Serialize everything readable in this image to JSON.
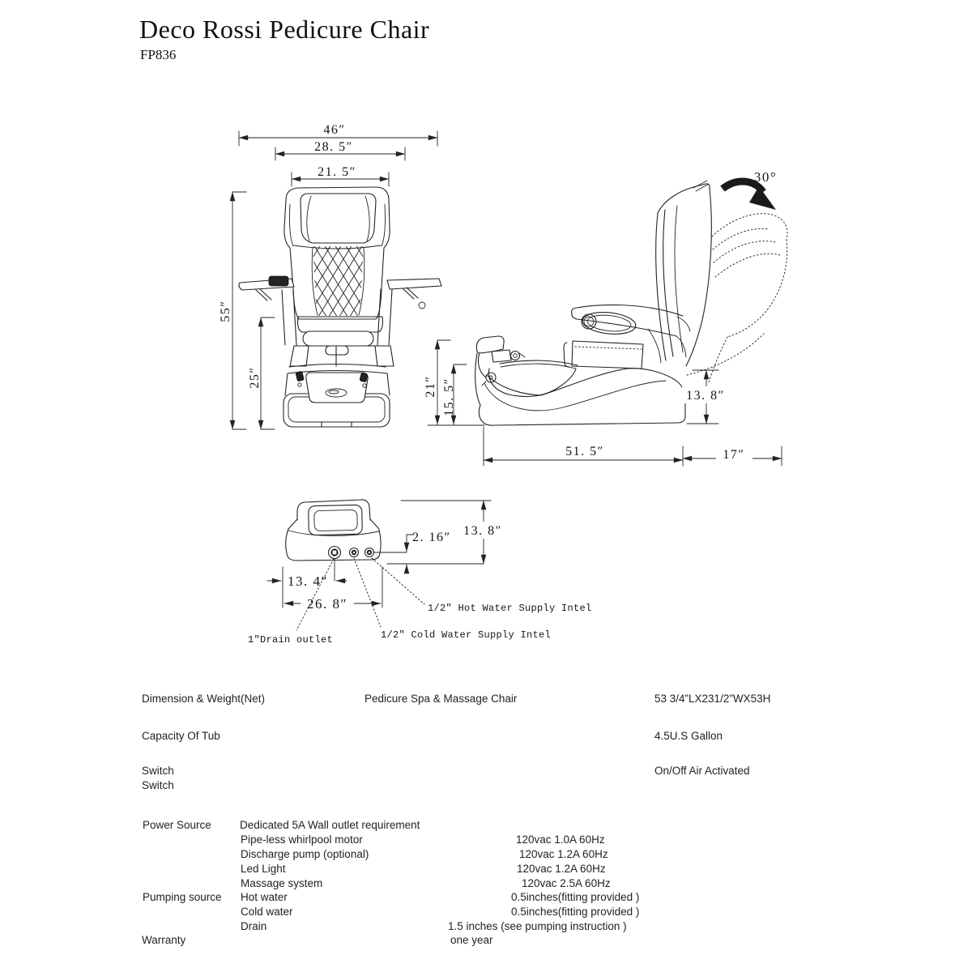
{
  "header": {
    "title": "Deco Rossi Pedicure Chair",
    "model": "FP836"
  },
  "front_view": {
    "dim_width_overall": "46″",
    "dim_width_back": "28. 5″",
    "dim_width_headrest": "21. 5″",
    "dim_height_overall": "55″",
    "dim_height_seat": "25″",
    "dim_height_basin": "21″",
    "dim_height_footrest": "15. 5″"
  },
  "side_view": {
    "recline_angle": "30°",
    "dim_base_height": "13. 8″",
    "dim_base_length": "51. 5″",
    "dim_extension": "17″"
  },
  "bottom_view": {
    "dim_port_offset": "2. 16″",
    "dim_base_height": "13. 8″",
    "dim_drain_offset": "13. 4″",
    "dim_base_width": "26. 8″",
    "label_hot_water": "1/2″ Hot Water Supply Intel",
    "label_cold_water": "1/2″ Cold Water Supply Intel",
    "label_drain": "1″Drain outlet"
  },
  "spec_table": {
    "row_dimension": {
      "label": "Dimension & Weight(Net)",
      "item": "Pedicure Spa & Massage Chair",
      "value": "53 3/4”LX231/2”WX53H"
    },
    "row_capacity": {
      "label": "Capacity Of Tub",
      "value": "4.5U.S Gallon"
    },
    "row_switch": {
      "label_line1": "Switch",
      "label_line2": "Switch",
      "value": "On/Off Air Activated"
    },
    "row_power": {
      "label": "Power Source",
      "requirement": "Dedicated 5A Wall outlet requirement",
      "items": [
        {
          "name": "Pipe-less whirlpool motor",
          "value": "120vac 1.0A 60Hz"
        },
        {
          "name": "Discharge pump (optional)",
          "value": "120vac 1.2A 60Hz"
        },
        {
          "name": "Led Light",
          "value": "120vac 1.2A 60Hz"
        },
        {
          "name": "Massage system",
          "value": "120vac 2.5A 60Hz"
        }
      ]
    },
    "row_pumping": {
      "label": "Pumping source",
      "items": [
        {
          "name": "Hot water",
          "value": "0.5inches(fitting provided )"
        },
        {
          "name": "Cold water",
          "value": "0.5inches(fitting provided )"
        },
        {
          "name": "Drain",
          "value": "1.5 inches (see pumping instruction )"
        }
      ]
    },
    "row_warranty": {
      "label": "Warranty",
      "value": "one year"
    }
  }
}
